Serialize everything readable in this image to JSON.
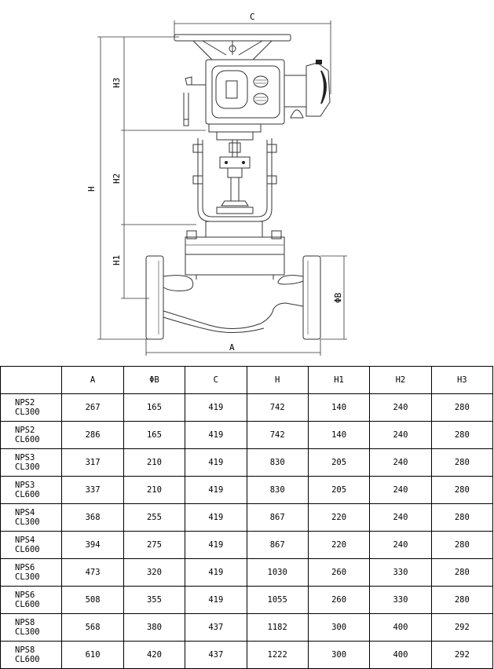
{
  "drawing": {
    "dim_labels": {
      "C": "C",
      "H": "H",
      "H1": "H1",
      "H2": "H2",
      "H3": "H3",
      "A": "A",
      "B": "ΦB"
    }
  },
  "table": {
    "headers": [
      "",
      "A",
      "ΦB",
      "C",
      "H",
      "H1",
      "H2",
      "H3"
    ],
    "rows": [
      [
        "NPS2 CL300",
        "267",
        "165",
        "419",
        "742",
        "140",
        "240",
        "280"
      ],
      [
        "NPS2 CL600",
        "286",
        "165",
        "419",
        "742",
        "140",
        "240",
        "280"
      ],
      [
        "NPS3 CL300",
        "317",
        "210",
        "419",
        "830",
        "205",
        "240",
        "280"
      ],
      [
        "NPS3 CL600",
        "337",
        "210",
        "419",
        "830",
        "205",
        "240",
        "280"
      ],
      [
        "NPS4 CL300",
        "368",
        "255",
        "419",
        "867",
        "220",
        "240",
        "280"
      ],
      [
        "NPS4 CL600",
        "394",
        "275",
        "419",
        "867",
        "220",
        "240",
        "280"
      ],
      [
        "NPS6 CL300",
        "473",
        "320",
        "419",
        "1030",
        "260",
        "330",
        "280"
      ],
      [
        "NPS6 CL600",
        "508",
        "355",
        "419",
        "1055",
        "260",
        "330",
        "280"
      ],
      [
        "NPS8 CL300",
        "568",
        "380",
        "437",
        "1182",
        "300",
        "400",
        "292"
      ],
      [
        "NPS8 CL600",
        "610",
        "420",
        "437",
        "1222",
        "300",
        "400",
        "292"
      ]
    ]
  }
}
